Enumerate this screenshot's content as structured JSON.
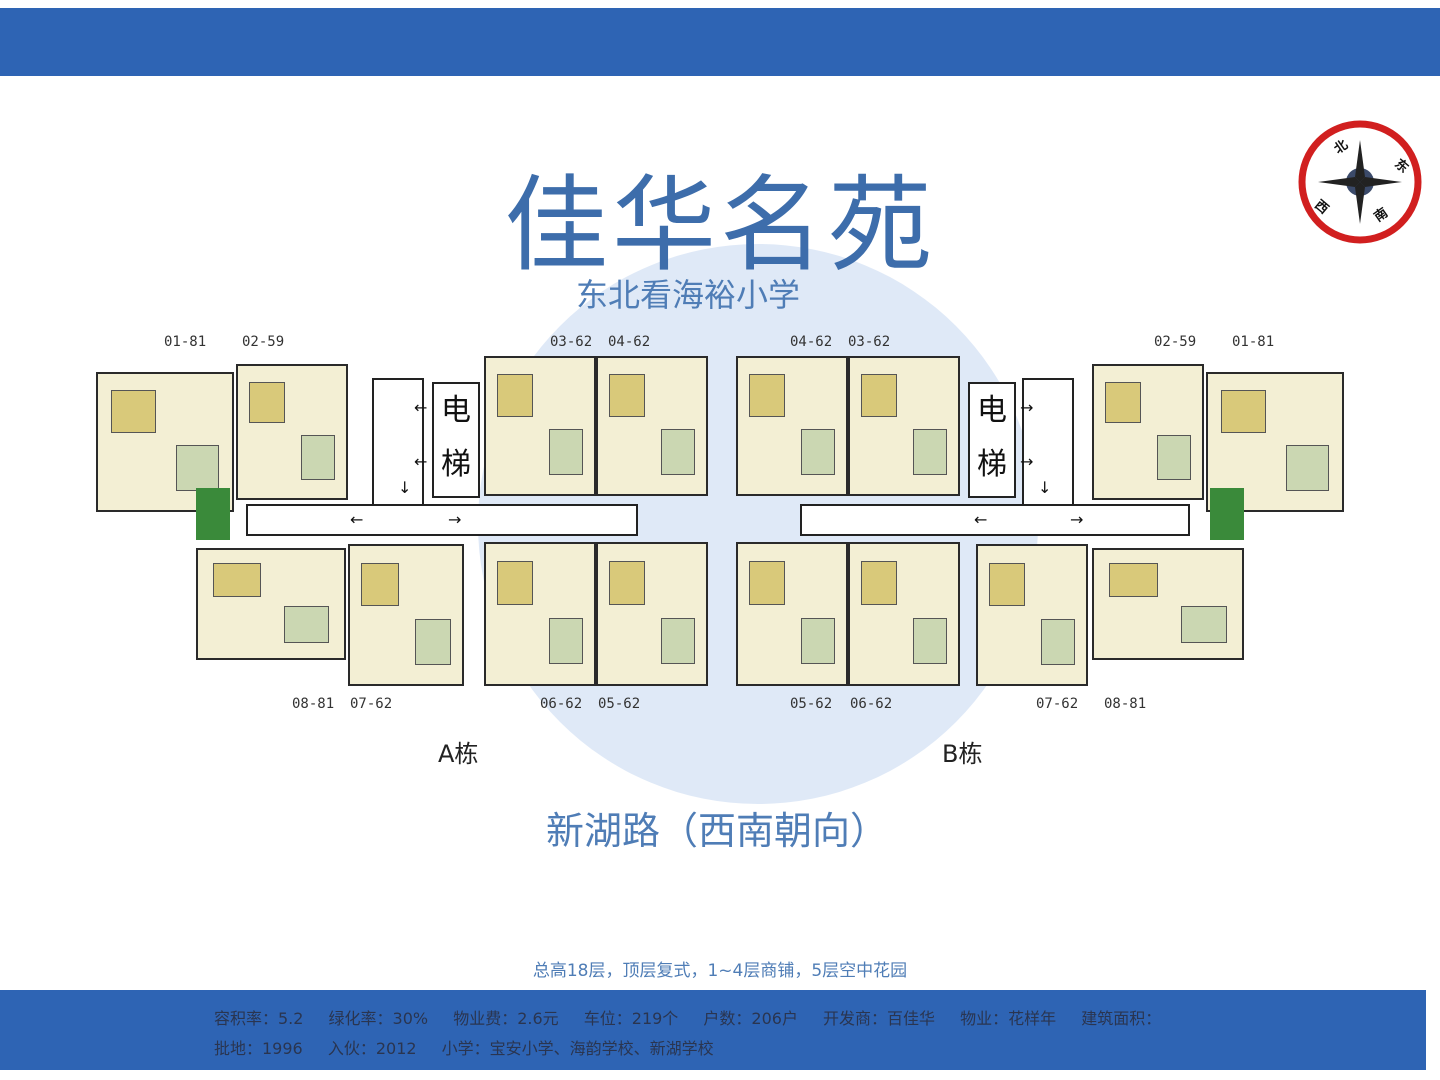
{
  "title": "佳华名苑",
  "subtitle": "东北看海裕小学",
  "road": "新湖路（西南朝向）",
  "compass": {
    "north": "北",
    "east": "东",
    "south": "南",
    "west": "西"
  },
  "elevator": {
    "char1": "电",
    "char2": "梯"
  },
  "buildings": {
    "a": "A栋",
    "b": "B栋"
  },
  "units": {
    "a_top": [
      "01-81",
      "02-59",
      "03-62",
      "04-62"
    ],
    "a_bottom": [
      "08-81",
      "07-62",
      "06-62",
      "05-62"
    ],
    "b_top": [
      "04-62",
      "03-62",
      "02-59",
      "01-81"
    ],
    "b_bottom": [
      "05-62",
      "06-62",
      "07-62",
      "08-81"
    ]
  },
  "summary": "总高18层，顶层复式，1~4层商铺，5层空中花园",
  "info": {
    "plot_ratio": "容积率：5.2",
    "green_rate": "绿化率：30%",
    "property_fee": "物业费：2.6元",
    "parking": "车位：219个",
    "households": "户数：206户",
    "developer": "开发商：百佳华",
    "management": "物业：花样年",
    "floor_area": "建筑面积：",
    "land": "批地：1996",
    "move_in": "入伙：2012",
    "schools": "小学：宝安小学、海韵学校、新湖学校"
  },
  "colors": {
    "banner": "#2e64b4",
    "title": "#3d6dab"
  }
}
